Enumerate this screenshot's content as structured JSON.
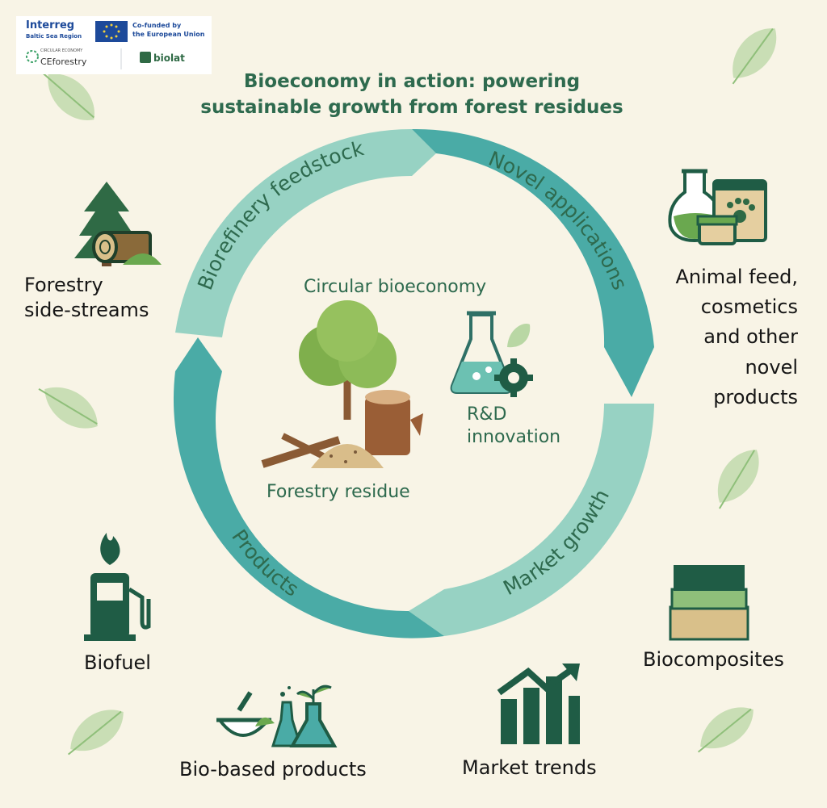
{
  "title": {
    "line1": "Bioeconomy in action: powering",
    "line2": "sustainable growth from forest residues"
  },
  "logos": {
    "interreg": "Interreg",
    "region": "Baltic Sea Region",
    "cofunded_line1": "Co-funded by",
    "cofunded_line2": "the European Union",
    "circular_economy": "CIRCULAR ECONOMY",
    "ceforestry": "CEforestry",
    "biolat": "biolat"
  },
  "cycle": {
    "segments": [
      "Biorefinery feedstock",
      "Novel applications",
      "Market growth",
      "Products"
    ],
    "center_title": "Circular bioeconomy",
    "forestry_residue": "Forestry residue",
    "rd_line1": "R&D",
    "rd_line2": "innovation"
  },
  "outer_labels": {
    "forestry_line1": "Forestry",
    "forestry_line2": "side-streams",
    "novel_line1": "Animal feed,",
    "novel_line2": "cosmetics",
    "novel_line3": "and other",
    "novel_line4": "novel",
    "novel_line5": "products",
    "biofuel": "Biofuel",
    "biobased": "Bio-based products",
    "market_trends": "Market trends",
    "biocomposites": "Biocomposites"
  },
  "colors": {
    "background": "#f8f4e6",
    "ring_dark": "#4aaba6",
    "ring_light": "#97d2c3",
    "text_dark_green": "#2e6a4e",
    "icon_dark_green": "#1f5c45",
    "leaf": "#b9d7a4"
  },
  "icons": [
    "tree-icon",
    "log-icon",
    "flask-icon",
    "pet-food-bag-icon",
    "cream-jar-icon",
    "fuel-pump-icon",
    "flame-icon",
    "mortar-icon",
    "beaker-icon",
    "bar-chart-icon",
    "trend-arrow-icon",
    "composite-boards-icon",
    "gear-icon",
    "leaf-icon"
  ]
}
